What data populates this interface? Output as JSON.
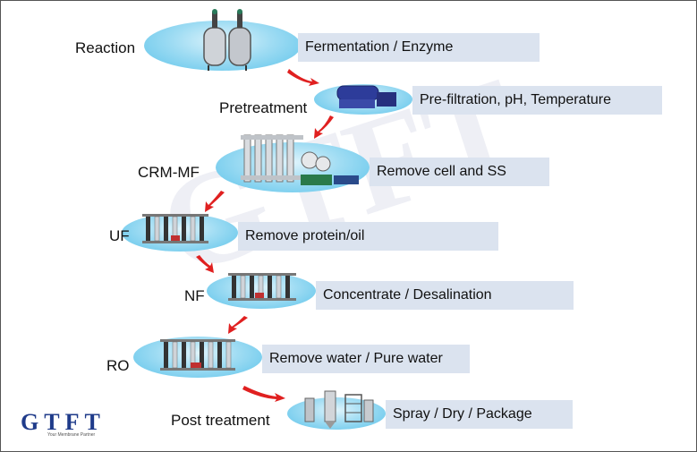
{
  "steps": [
    {
      "label": "Reaction",
      "description": "Fermentation / Enzyme",
      "equipment_icon": "reactor-tanks-icon"
    },
    {
      "label": "Pretreatment",
      "description": "Pre-filtration, pH, Temperature",
      "equipment_icon": "centrifuge-icon"
    },
    {
      "label": "CRM-MF",
      "description": "Remove cell and SS",
      "equipment_icon": "ceramic-membrane-unit-icon"
    },
    {
      "label": "UF",
      "description": "Remove protein/oil",
      "equipment_icon": "membrane-skid-icon"
    },
    {
      "label": "NF",
      "description": "Concentrate / Desalination",
      "equipment_icon": "membrane-skid-icon"
    },
    {
      "label": "RO",
      "description": "Remove water / Pure water",
      "equipment_icon": "membrane-skid-icon"
    },
    {
      "label": "Post treatment",
      "description": "Spray / Dry / Package",
      "equipment_icon": "spray-dryer-icon"
    }
  ],
  "logo": {
    "text": "GTFT",
    "slogan": "Your Membrane Partner"
  },
  "watermark": "GTFT",
  "colors": {
    "disc": "#5cc3ea",
    "desc_box": "#dbe3ef",
    "arrow": "#e02020",
    "logo": "#1f3b8a"
  }
}
